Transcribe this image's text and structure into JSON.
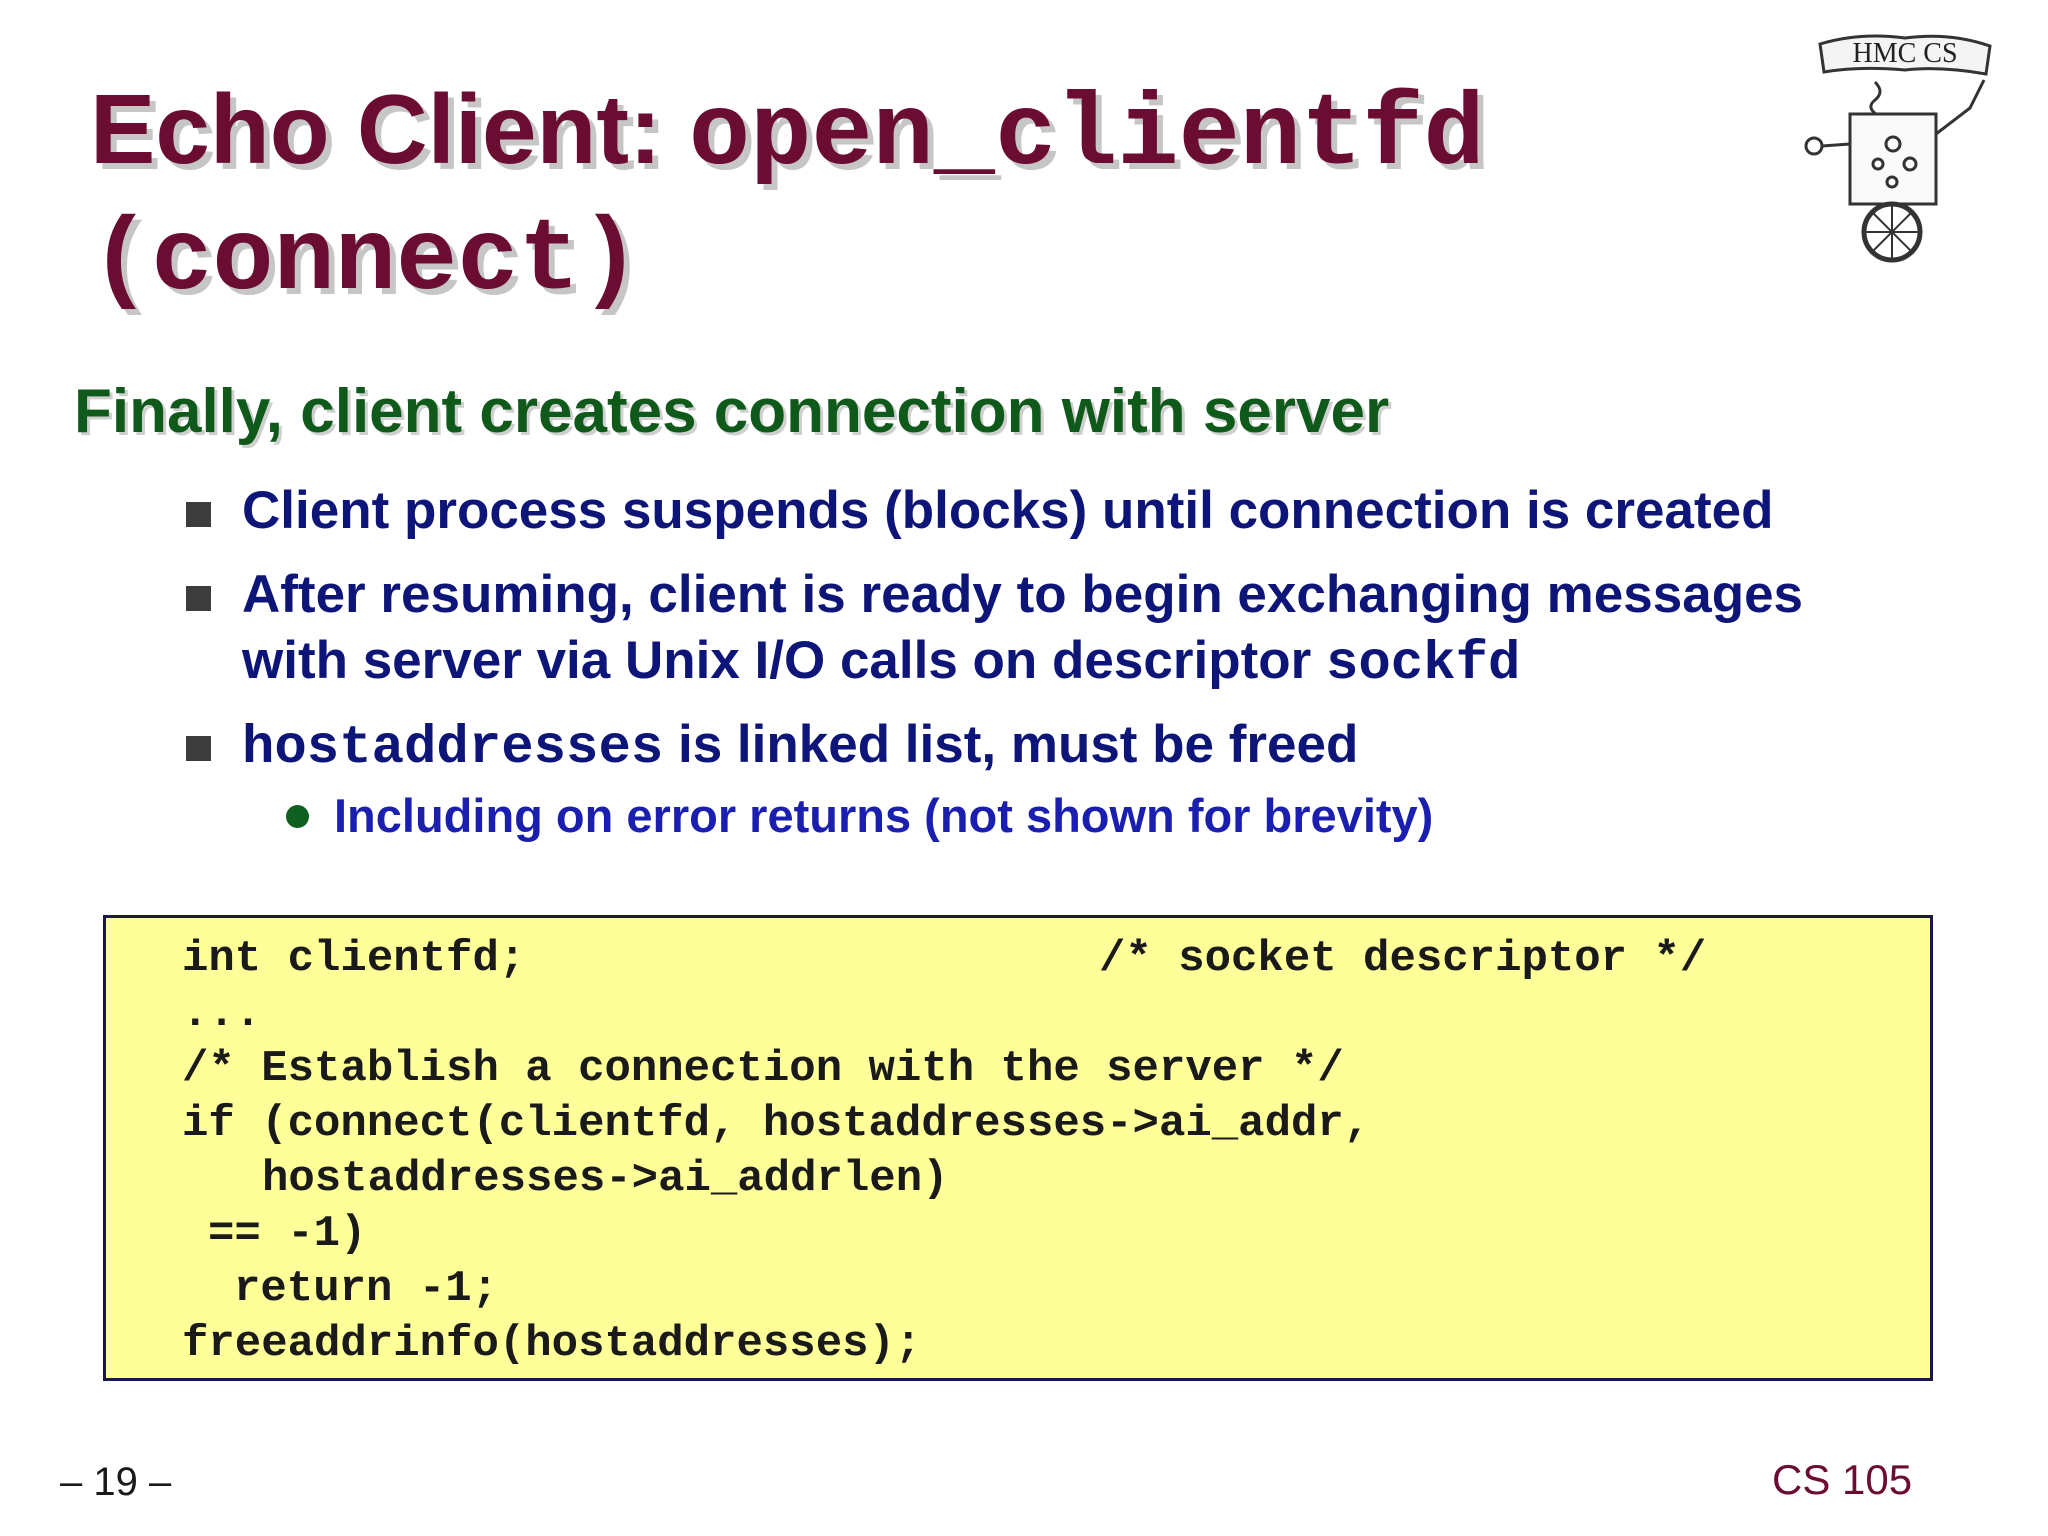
{
  "slide": {
    "title": {
      "prefix": "Echo Client: ",
      "code_part1": "open_clientfd",
      "code_part2": "(connect)"
    },
    "logo_text": "HMC CS",
    "heading": "Finally, client creates connection with server",
    "bullets": [
      {
        "lines": [
          "Client process suspends (blocks) until connection is created"
        ]
      },
      {
        "lines": [
          "After resuming, client is ready to begin exchanging messages",
          "with server via Unix I/O calls on descriptor "
        ],
        "code": "sockfd"
      },
      {
        "code": "hostaddresses",
        "text": " is linked list, must be freed"
      }
    ],
    "sub_bullet": "Including on error returns (not shown for brevity)",
    "code_lines": [
      "int clientfd;",
      "/* socket descriptor */",
      "...",
      "/* Establish a connection with the server */",
      "if (connect(clientfd, hostaddresses->ai_addr,",
      "hostaddresses->ai_addrlen)",
      "== -1)",
      "return -1;",
      "freeaddrinfo(hostaddresses);"
    ],
    "footer_left": "– 19 –",
    "footer_right": "CS 105"
  },
  "colors": {
    "title": "#6b0d33",
    "heading": "#0f5a1a",
    "bullet_text": "#0d1678",
    "sub_bullet_text": "#1a1fb0",
    "code_background": "#ffff99"
  }
}
